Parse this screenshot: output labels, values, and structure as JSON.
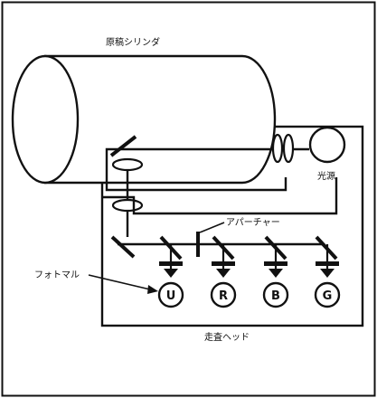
{
  "labels": {
    "drum": "原稿シリンダ",
    "light_source": "光源",
    "aperture": "アパーチャー",
    "photomultiplier": "フォトマル",
    "scan_head": "走査ヘッド"
  },
  "channels": [
    "U",
    "R",
    "B",
    "G"
  ],
  "colors": {
    "ink": "#111111",
    "background": "#ffffff"
  }
}
